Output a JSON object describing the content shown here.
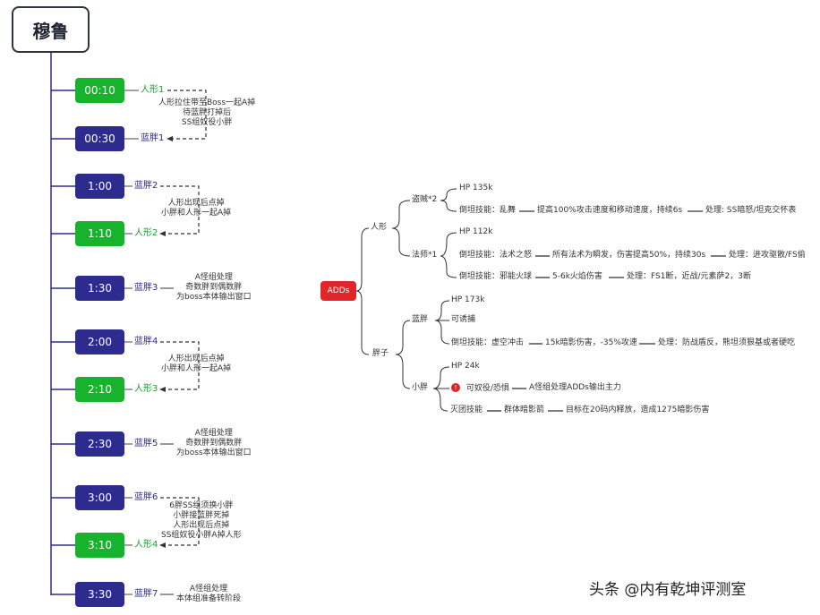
{
  "title": "穆鲁",
  "timeline": [
    {
      "time": "00:10",
      "color": "green",
      "label": "人形1"
    },
    {
      "time": "00:30",
      "color": "blue",
      "label": "蓝胖1"
    },
    {
      "time": "1:00",
      "color": "blue",
      "label": "蓝胖2"
    },
    {
      "time": "1:10",
      "color": "green",
      "label": "人形2"
    },
    {
      "time": "1:30",
      "color": "blue",
      "label": "蓝胖3"
    },
    {
      "time": "2:00",
      "color": "blue",
      "label": "蓝胖4"
    },
    {
      "time": "2:10",
      "color": "green",
      "label": "人形3"
    },
    {
      "time": "2:30",
      "color": "blue",
      "label": "蓝胖5"
    },
    {
      "time": "3:00",
      "color": "blue",
      "label": "蓝胖6"
    },
    {
      "time": "3:10",
      "color": "green",
      "label": "人形4"
    },
    {
      "time": "3:30",
      "color": "blue",
      "label": "蓝胖7"
    }
  ],
  "notes": {
    "n1": [
      "人形拉住带至Boss一起A掉",
      "待蓝胖打掉后",
      "SS组奴役小胖"
    ],
    "n2": [
      "人形出现后点掉",
      "小胖和人形一起A掉"
    ],
    "n3": [
      "A怪组处理",
      "奇数胖到偶数胖",
      "为boss本体输出窗口"
    ],
    "n4": [
      "人形出现后点掉",
      "小胖和人形一起A掉"
    ],
    "n5": [
      "A怪组处理",
      "奇数胖到偶数胖",
      "为boss本体输出窗口"
    ],
    "n6": [
      "6胖SS组须换小胖",
      "小胖接蓝胖死掉",
      "人形出现后点掉",
      "SS组奴役小胖A掉人形"
    ],
    "n7": [
      "A怪组处理",
      "本体组准备转阶段"
    ]
  },
  "mindmap": {
    "root": "ADDs",
    "humanoid": "人形",
    "rogue": "盗贼*2",
    "rogue_hp": "HP 135k",
    "rogue_skill": "倒坦技能：乱舞",
    "rogue_effect": "提高100%攻击速度和移动速度，持续6s",
    "rogue_handle": "处理: SS暗怒/坦克交怀表",
    "mage": "法师*1",
    "mage_hp": "HP 112k",
    "mage_skill1": "倒坦技能：法术之怒",
    "mage_effect1": "所有法术为瞬发，伤害提高50%，持续30s",
    "mage_handle1": "处理：进攻驱散/FS偷",
    "mage_skill2": "倒坦技能：邪能火球",
    "mage_effect2": "5-6k火焰伤害",
    "mage_handle2": "处理：FS1断，近战/元素萨2，3断",
    "fat": "胖子",
    "blue": "蓝胖",
    "blue_hp": "HP 173k",
    "blue_taunt": "可诱捕",
    "blue_skill": "倒坦技能：虚空冲击",
    "blue_effect": "15k暗影伤害，-35%攻速",
    "blue_handle": "处理：防战盾反，熊坦须狠基或者硬吃",
    "small": "小胖",
    "small_hp": "HP 24k",
    "small_warn_icon": "!",
    "small_enslave": "可奴役/恐惧",
    "small_main": "A怪组处理ADDs输出主力",
    "small_skill": "灭团技能",
    "small_effect": "群体暗影箭",
    "small_detail": "目标在20码内释放，造成1275暗影伤害"
  },
  "watermark": "头条 @内有乾坤评测室",
  "colors": {
    "blue": "#2d2b8d",
    "green": "#18b32d",
    "red": "#e0252b"
  }
}
